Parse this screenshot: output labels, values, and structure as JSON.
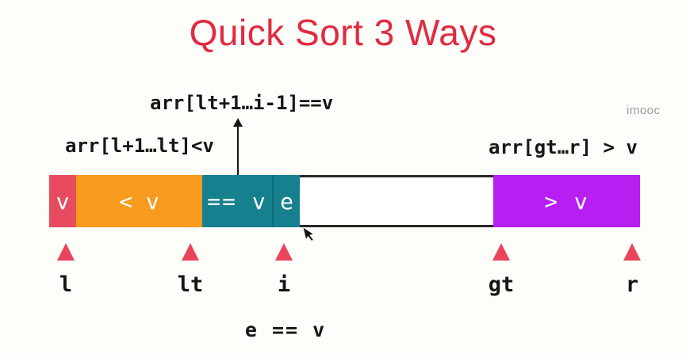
{
  "title": "Quick Sort 3 Ways",
  "watermark": "imooc",
  "labels": {
    "equal_range": "arr[lt+1…i-1]==v",
    "less_range": "arr[l+1…lt]<v",
    "greater_range": "arr[gt…r] > v",
    "current_element": "e == v"
  },
  "bar": {
    "segments": [
      {
        "id": "pivot",
        "label": "v",
        "color": "#e64c5e"
      },
      {
        "id": "less",
        "label": "< v",
        "color": "#f89a1d"
      },
      {
        "id": "equal",
        "label": "== v",
        "color": "#16808e"
      },
      {
        "id": "current",
        "label": "e",
        "color": "#16808e"
      },
      {
        "id": "unprocessed",
        "label": "",
        "color": "#ffffff"
      },
      {
        "id": "greater",
        "label": "> v",
        "color": "#b61ef2"
      }
    ]
  },
  "pointers": [
    {
      "id": "l",
      "label": "l"
    },
    {
      "id": "lt",
      "label": "lt"
    },
    {
      "id": "i",
      "label": "i"
    },
    {
      "id": "gt",
      "label": "gt"
    },
    {
      "id": "r",
      "label": "r"
    }
  ],
  "colors": {
    "title_red": "#e22a41",
    "pivot_red": "#e64c5e",
    "less_orange": "#f89a1d",
    "equal_teal": "#16808e",
    "greater_purple": "#b61ef2",
    "marker_red": "#e8455c",
    "watermark_gray": "#9b9b9b",
    "text_black": "#161616"
  }
}
